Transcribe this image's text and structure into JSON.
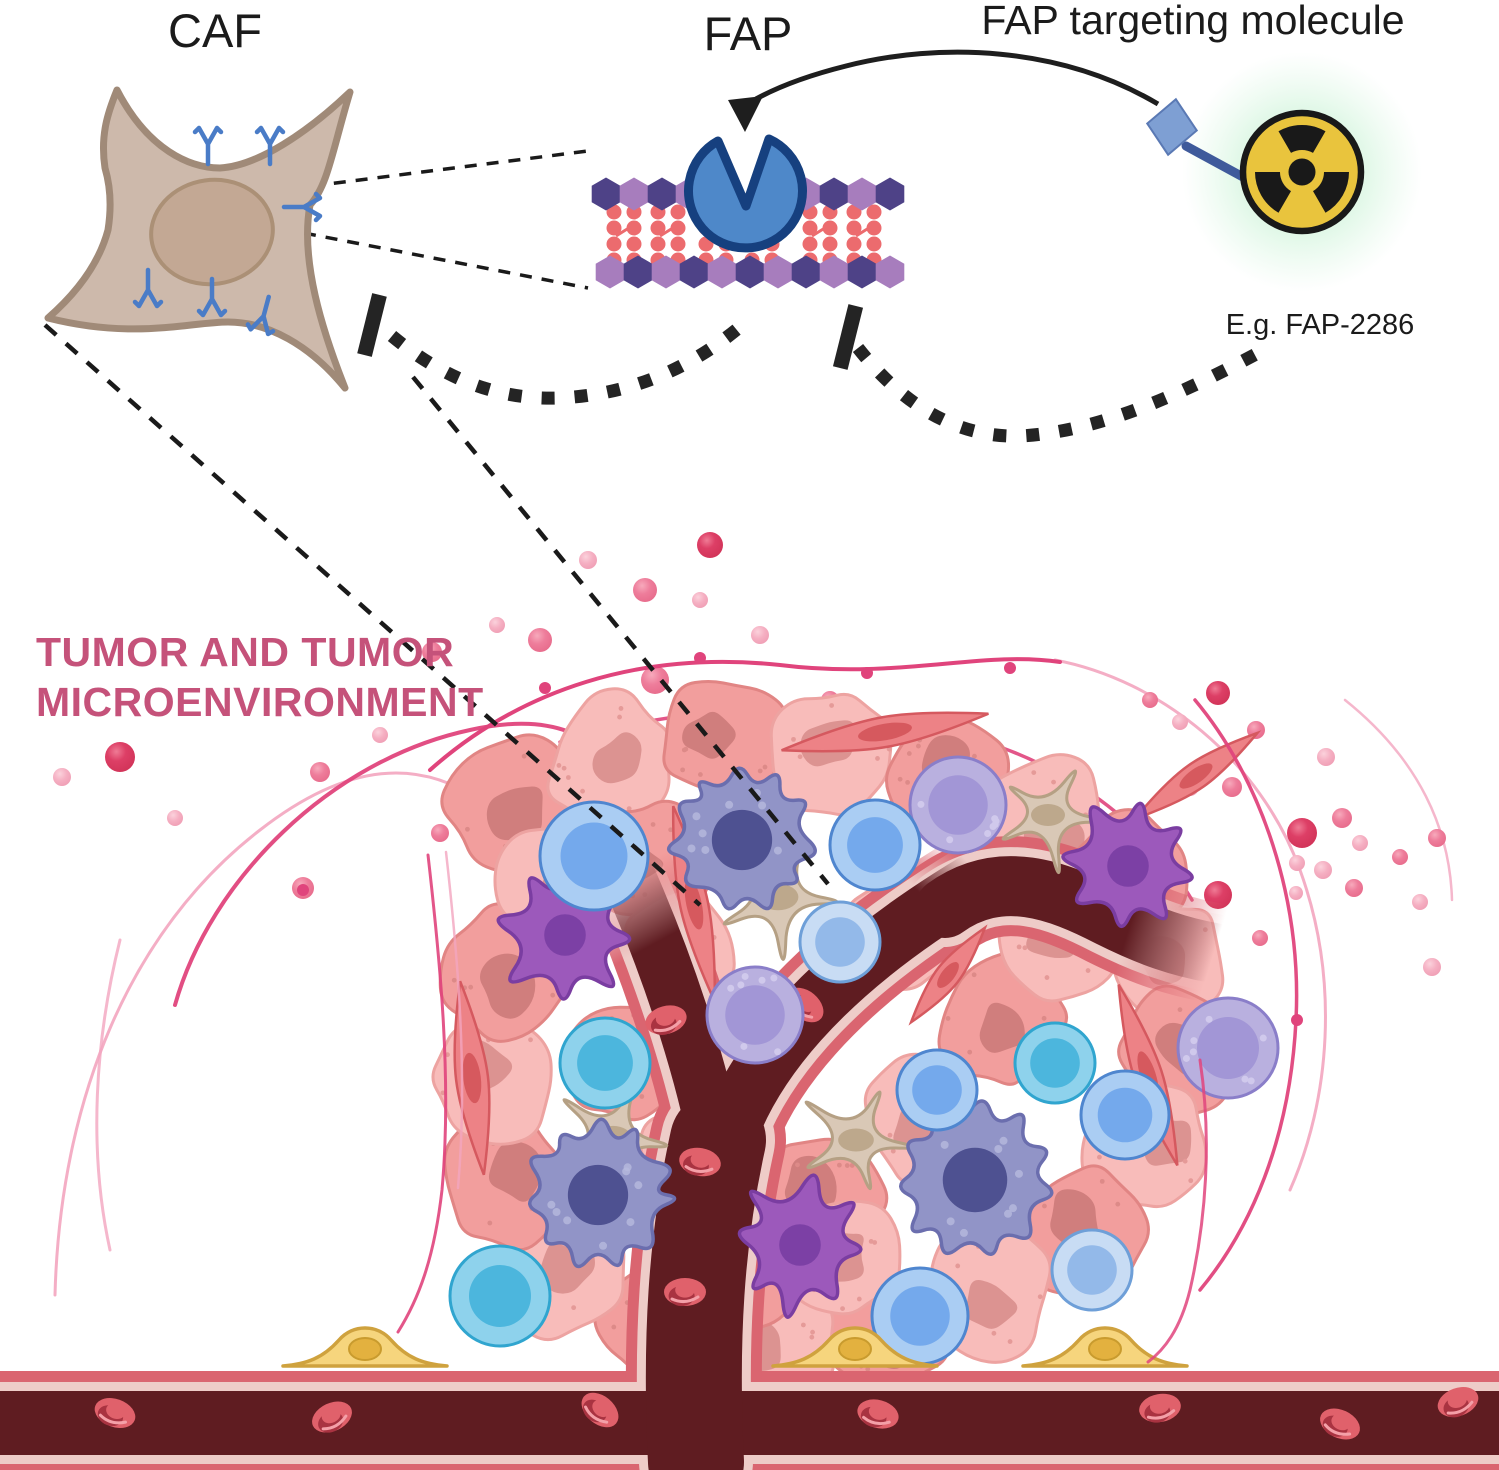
{
  "labels": {
    "caf": "CAF",
    "fap": "FAP",
    "targeting_molecule": "FAP targeting molecule",
    "example_compound": "E.g. FAP-2286",
    "tumor_line1": "TUMOR AND TUMOR",
    "tumor_line2": "MICROENVIRONMENT"
  },
  "colors": {
    "accent_pink": "#c5527a",
    "caf_body": "#cdb9ab",
    "caf_outline": "#a08a78",
    "receptor_blue": "#4a7cc7",
    "fap_protein_blue": "#4e88c9",
    "fap_protein_outline": "#16407f",
    "membrane_dark_purple": "#4e4287",
    "membrane_light_purple": "#a77dbd",
    "membrane_bead_red": "#ec6b6e",
    "radiation_yellow": "#e9c43d",
    "radiation_black": "#191919",
    "glow_green": "#9fe7b4",
    "linker_blue": "#3f5a9b",
    "diamond_blue": "#7e9fd3",
    "vessel_lumen": "#5f1c21",
    "vessel_wall": "#da6570",
    "vessel_inner_line": "#eeccc8",
    "tumor_cell_pink": "#f29e9d",
    "fiber_magenta": "#e0447c",
    "pericyte_yellow": "#f6d57d"
  },
  "entities": [
    "cancer-associated fibroblast (CAF)",
    "FAP protein in cell membrane",
    "radiolabeled FAP targeting molecule",
    "tumor cells",
    "immune cells",
    "branching blood vessel",
    "red blood cells",
    "pericytes",
    "collagen fibers"
  ]
}
